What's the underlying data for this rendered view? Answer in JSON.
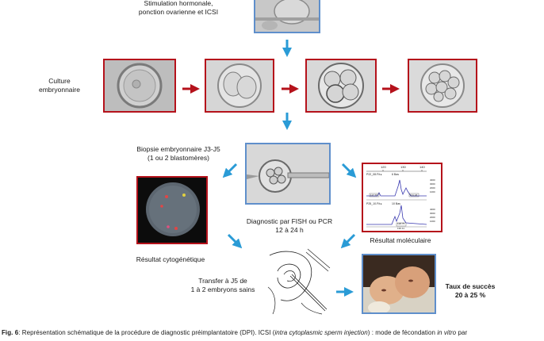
{
  "labels": {
    "stimulation": [
      "Stimulation hormonale,",
      "ponction ovarienne et ICSI"
    ],
    "culture": [
      "Culture",
      "embryonnaire"
    ],
    "biopsie": [
      "Biopsie embryonnaire J3-J5",
      "(1 ou 2 blastomères)"
    ],
    "diagnostic": [
      "Diagnostic par FISH ou PCR",
      "12 à 24 h"
    ],
    "moleculaire": "Résultat moléculaire",
    "cytogenetique": "Résultat cytogénétique",
    "transfert": [
      "Transfer à J5 de",
      "1 à 2 embryons sains"
    ],
    "taux": [
      "Taux de succès",
      "20 à 25 %"
    ]
  },
  "pcr_chart": {
    "axis_ticks": [
      "120",
      "130",
      "140"
    ],
    "trace1": {
      "label": "P22_08.Fit ▸",
      "sublabel": "6 Bas",
      "peak_labels": [
        "117.76",
        "131.18"
      ],
      "y_ticks": [
        "4000",
        "3000",
        "2000",
        "1000"
      ]
    },
    "trace2": {
      "label": "P25_10.Fit ▸",
      "sublabel": "10 Bas",
      "peak_labels": [
        "128.75",
        "130.11"
      ],
      "y_ticks": [
        "4000",
        "3000",
        "2000",
        "1000"
      ]
    }
  },
  "caption": {
    "fig": "Fig. 6",
    "text_parts": [
      ": Représentation schématique de la procédure de diagnostic préimplantatoire (DPI). ICSI (",
      "intra cytoplasmic sperm injection",
      ") : mode de fécondation ",
      "in vitro",
      " par"
    ]
  },
  "colors": {
    "blue_arrow": "#2a9bd6",
    "red_arrow": "#b5121b",
    "blue_border": "#5f8fcb",
    "red_border": "#b5121b"
  }
}
